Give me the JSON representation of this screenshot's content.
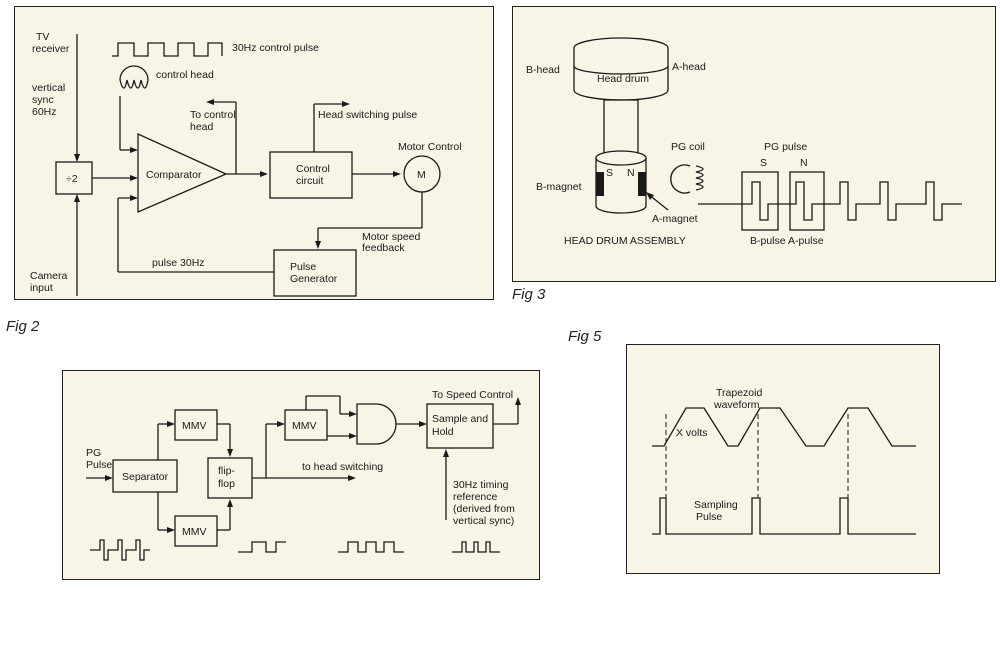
{
  "fig2": {
    "caption": "Fig 2",
    "tv_receiver": [
      "TV",
      "receiver"
    ],
    "vertical_sync": [
      "vertical",
      "sync",
      "60Hz"
    ],
    "camera_input": [
      "Camera",
      "input"
    ],
    "divider": "÷2",
    "control_pulse": "30Hz control pulse",
    "control_head": "control head",
    "comparator": "Comparator",
    "to_control_head": [
      "To control",
      "head"
    ],
    "head_switching_pulse": "Head switching pulse",
    "control_circuit": [
      "Control",
      "circuit"
    ],
    "motor_control": "Motor Control",
    "motor": "M",
    "motor_speed_feedback": [
      "Motor speed",
      "feedback"
    ],
    "pulse_30hz": "pulse 30Hz",
    "pulse_generator": [
      "Pulse",
      "Generator"
    ]
  },
  "fig3": {
    "caption": "Fig 3",
    "b_head": "B-head",
    "a_head": "A-head",
    "head_drum": "Head drum",
    "pg_coil": "PG coil",
    "pg_pulse": "PG pulse",
    "s": "S",
    "n": "N",
    "b_magnet": "B-magnet",
    "a_magnet": "A-magnet",
    "assembly": "HEAD DRUM ASSEMBLY",
    "b_pulse": "B-pulse",
    "a_pulse": "A-pulse"
  },
  "fig4": {
    "pg_pulse": [
      "PG",
      "Pulse"
    ],
    "separator": "Separator",
    "mmv": "MMV",
    "flipflop": [
      "flip-",
      "flop"
    ],
    "to_head_switching": "to head switching",
    "to_speed_control": "To Speed Control",
    "sample_hold": [
      "Sample and",
      "Hold"
    ],
    "timing_reference": [
      "30Hz timing",
      "reference",
      "(derived from",
      "vertical sync)"
    ]
  },
  "fig5": {
    "caption": "Fig 5",
    "trapezoid": [
      "Trapezoid",
      "waveform"
    ],
    "x_volts": "X volts",
    "sampling_pulse": [
      "Sampling",
      "Pulse"
    ]
  }
}
